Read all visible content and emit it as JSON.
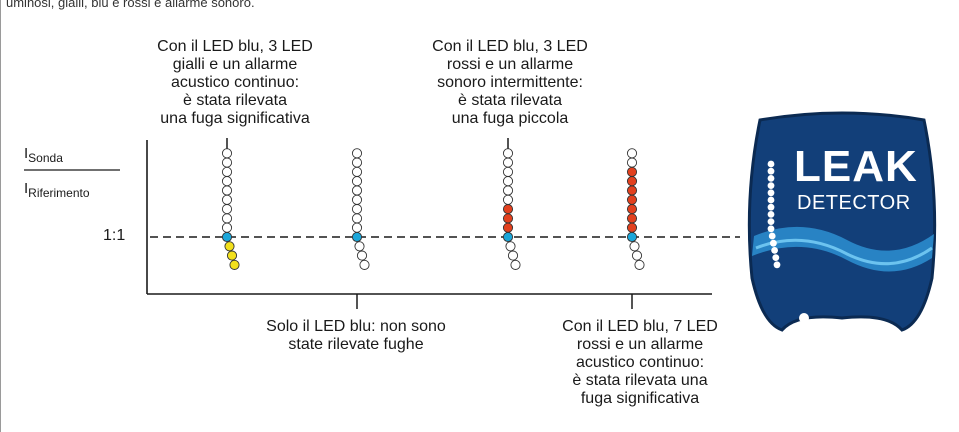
{
  "top_caption": "uminosi, gialli, blu e rossi e allarme sonoro.",
  "captions": {
    "c1": "Con il LED blu, 3 LED\ngialli e un allarme\nacustico continuo:\nè stata rilevata\nuna fuga significativa",
    "c2": "Solo il LED blu: non sono\nstate rilevate fughe",
    "c3": "Con il LED blu, 3 LED\nrossi e un allarme\nsonoro intermittente:\nè stata rilevata\nuna fuga piccola",
    "c4": "Con il LED blu, 7 LED\nrossi e un allarme\nacustico continuo:\nè stata rilevata una\nfuga significativa"
  },
  "ratio": {
    "top_main": "I",
    "top_sub": "Sonda",
    "bottom_main": "I",
    "bottom_sub": "Riferimento",
    "axis_label": "1:1"
  },
  "logo": {
    "line1": "LEAK",
    "line2": "DETECTOR"
  },
  "colors": {
    "blue": "#1aa6d9",
    "yellow": "#f2e01d",
    "red": "#e2401e",
    "empty": "#ffffff",
    "shield": "#123f79"
  },
  "columns": [
    {
      "name": "column-1",
      "above": [
        "empty",
        "empty",
        "empty",
        "empty",
        "empty",
        "empty",
        "empty",
        "empty",
        "empty"
      ],
      "center": "blue",
      "below": [
        "yellow",
        "yellow",
        "yellow"
      ]
    },
    {
      "name": "column-2",
      "above": [
        "empty",
        "empty",
        "empty",
        "empty",
        "empty",
        "empty",
        "empty",
        "empty",
        "empty"
      ],
      "center": "blue",
      "below": [
        "empty",
        "empty",
        "empty"
      ]
    },
    {
      "name": "column-3",
      "above": [
        "empty",
        "empty",
        "empty",
        "empty",
        "empty",
        "empty",
        "red",
        "red",
        "red"
      ],
      "center": "blue",
      "below": [
        "empty",
        "empty",
        "empty"
      ]
    },
    {
      "name": "column-4",
      "above": [
        "empty",
        "empty",
        "red",
        "red",
        "red",
        "red",
        "red",
        "red",
        "red"
      ],
      "center": "blue",
      "below": [
        "empty",
        "empty",
        "empty"
      ]
    }
  ]
}
